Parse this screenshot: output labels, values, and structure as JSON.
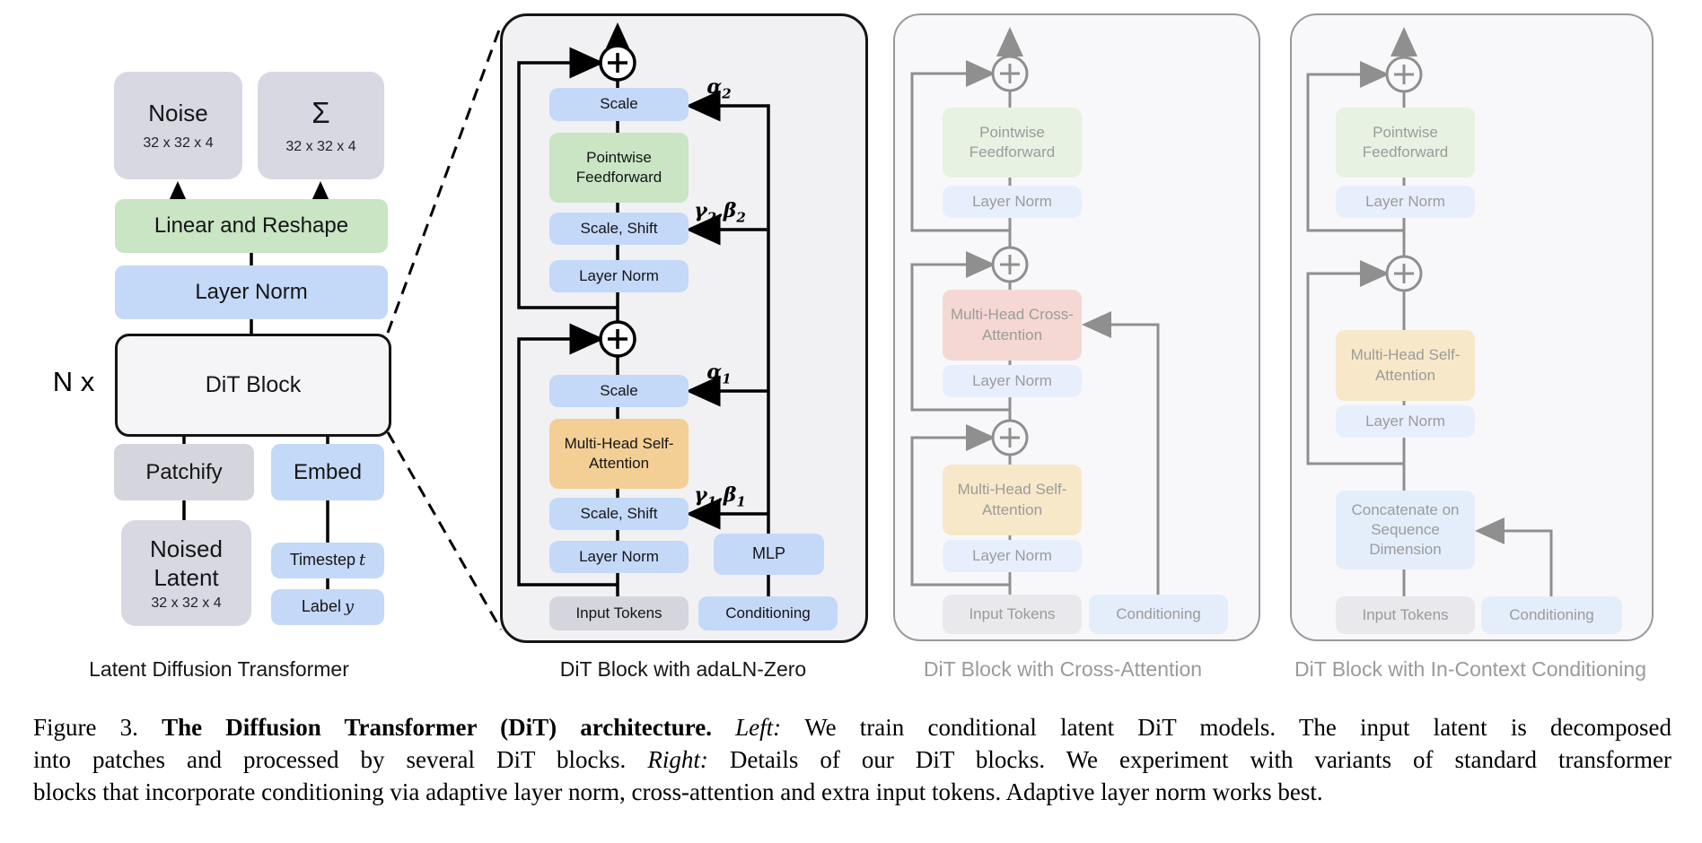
{
  "panel1": {
    "n_prefix": "N x",
    "noise_label": "Noise",
    "noise_dims": "32 x 32 x 4",
    "sigma_label": "Σ",
    "sigma_dims": "32 x 32 x 4",
    "linear_reshape": "Linear and Reshape",
    "layer_norm": "Layer Norm",
    "dit_block": "DiT Block",
    "patchify": "Patchify",
    "embed": "Embed",
    "noised_latent_line1": "Noised",
    "noised_latent_line2": "Latent",
    "noised_latent_dims": "32 x 32 x 4",
    "timestep_prefix": "Timestep",
    "timestep_var": "t",
    "label_prefix": "Label",
    "label_var": "y",
    "caption": "Latent Diffusion Transformer"
  },
  "panel2": {
    "caption": "DiT Block with adaLN-Zero",
    "scale_top": "Scale",
    "pointwise_feedforward": "Pointwise Feedforward",
    "scale_shift_top": "Scale, Shift",
    "layer_norm_top": "Layer Norm",
    "scale_mid": "Scale",
    "self_attention": "Multi-Head Self-Attention",
    "scale_shift_bot": "Scale, Shift",
    "layer_norm_bot": "Layer Norm",
    "mlp": "MLP",
    "input_tokens": "Input Tokens",
    "conditioning": "Conditioning",
    "alpha_2": {
      "base": "α",
      "sub": "2"
    },
    "gamma_beta_2": {
      "g": "γ",
      "gsub": "2",
      "comma": ",",
      "b": "β",
      "bsub": "2"
    },
    "alpha_1": {
      "base": "α",
      "sub": "1"
    },
    "gamma_beta_1": {
      "g": "γ",
      "gsub": "1",
      "comma": ",",
      "b": "β",
      "bsub": "1"
    }
  },
  "panel3": {
    "caption": "DiT Block with Cross-Attention",
    "pointwise_feedforward": "Pointwise Feedforward",
    "layer_norm_1": "Layer Norm",
    "cross_attention": "Multi-Head Cross-Attention",
    "layer_norm_2": "Layer Norm",
    "self_attention": "Multi-Head Self-Attention",
    "layer_norm_3": "Layer Norm",
    "input_tokens": "Input Tokens",
    "conditioning": "Conditioning"
  },
  "panel4": {
    "caption": "DiT Block with In-Context Conditioning",
    "pointwise_feedforward": "Pointwise Feedforward",
    "layer_norm_1": "Layer Norm",
    "self_attention": "Multi-Head Self-Attention",
    "layer_norm_2": "Layer Norm",
    "concatenate": "Concatenate on Sequence Dimension",
    "input_tokens": "Input Tokens",
    "conditioning": "Conditioning"
  },
  "figure_caption": {
    "l1_prefix": "Figure 3. ",
    "l1_bold": "The Diffusion Transformer (DiT) architecture. ",
    "l1_left": "Left: ",
    "l1_rest": "We train conditional latent DiT models. The input latent is decomposed",
    "l2_start": "into patches and processed by several DiT blocks. ",
    "l2_right": "Right: ",
    "l2_rest": "Details of our DiT blocks. We experiment with variants of standard transformer",
    "l3": "blocks that incorporate conditioning via adaptive layer norm, cross-attention and extra input tokens. Adaptive layer norm works best."
  },
  "colors": {
    "accent_blue": "#c4d8f8",
    "accent_green": "#c9e5c4",
    "accent_orange": "#f3cf95",
    "accent_pink": "#f5d8d3",
    "accent_lavender": "#d8d8e3",
    "faded_text": "#9b9b9b"
  }
}
